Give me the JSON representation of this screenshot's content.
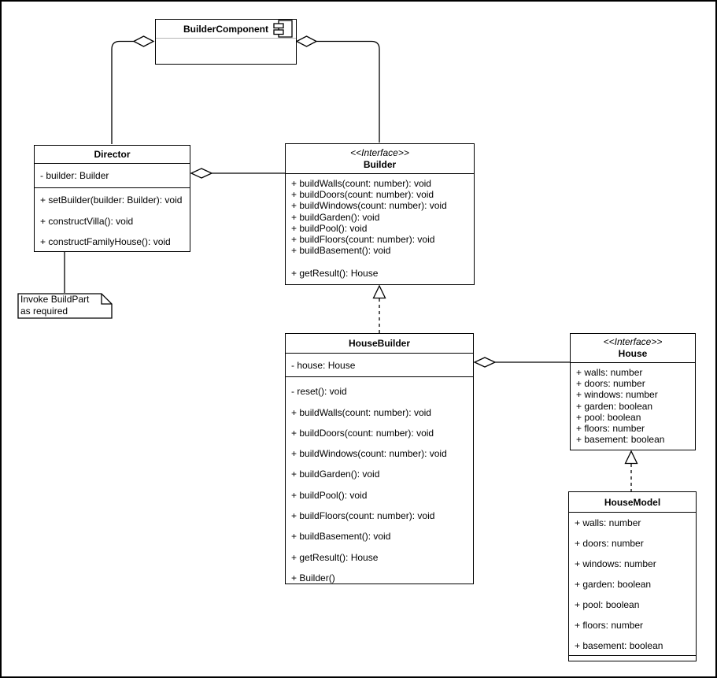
{
  "colors": {
    "stroke": "#000000",
    "background": "#ffffff",
    "component_title_separator": "#b5b5b5"
  },
  "component": {
    "name": "BuilderComponent",
    "icon": "uml-component-icon"
  },
  "director": {
    "name": "Director",
    "attributes": [
      "- builder: Builder"
    ],
    "methods": [
      "+ setBuilder(builder: Builder): void",
      "+ constructVilla(): void",
      "+ constructFamilyHouse(): void"
    ]
  },
  "builder": {
    "stereotype": "<<Interface>>",
    "name": "Builder",
    "methods": [
      "+ buildWalls(count: number): void",
      "+ buildDoors(count: number): void",
      "+ buildWindows(count: number): void",
      "+ buildGarden(): void",
      "+ buildPool(): void",
      "+ buildFloors(count: number): void",
      "+ buildBasement(): void",
      "",
      "+ getResult(): House"
    ]
  },
  "housebuilder": {
    "name": "HouseBuilder",
    "attributes": [
      "- house: House"
    ],
    "methods": [
      "- reset(): void",
      "+ buildWalls(count: number): void",
      "+ buildDoors(count: number): void",
      "+ buildWindows(count: number): void",
      "+ buildGarden(): void",
      "+ buildPool(): void",
      "+ buildFloors(count: number): void",
      "+ buildBasement(): void",
      "+ getResult(): House",
      "+ Builder()"
    ]
  },
  "house": {
    "stereotype": "<<Interface>>",
    "name": "House",
    "attributes": [
      "+ walls: number",
      "+ doors: number",
      "+ windows: number",
      "+ garden: boolean",
      "+ pool: boolean",
      "+ floors: number",
      "+ basement: boolean"
    ]
  },
  "housemodel": {
    "name": "HouseModel",
    "attributes": [
      "+ walls: number",
      "+ doors: number",
      "+ windows: number",
      "+ garden: boolean",
      "+ pool: boolean",
      "+ floors: number",
      "+ basement: boolean"
    ]
  },
  "note": {
    "line1": "Invoke BuildPart",
    "line2": "as required"
  }
}
